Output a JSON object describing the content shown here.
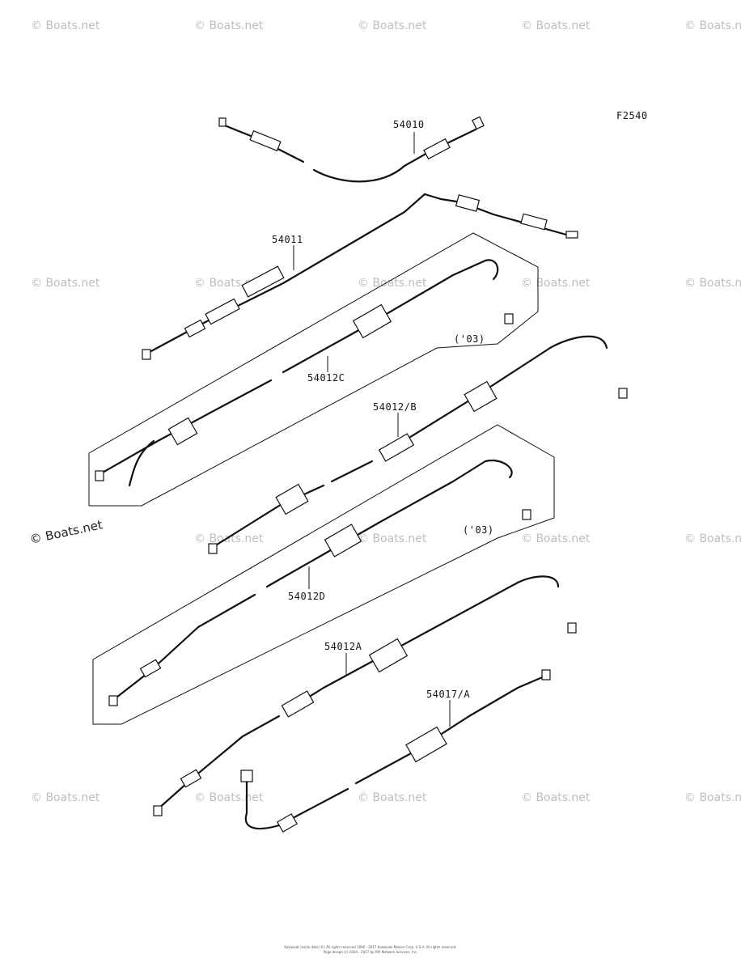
{
  "diagram_code": "F2540",
  "parts": [
    {
      "id": "54010",
      "label": "54010"
    },
    {
      "id": "54011",
      "label": "54011"
    },
    {
      "id": "54012C",
      "label": "54012C"
    },
    {
      "id": "54012B",
      "label": "54012/B"
    },
    {
      "id": "54012D",
      "label": "54012D"
    },
    {
      "id": "54012A",
      "label": "54012A"
    },
    {
      "id": "54017A",
      "label": "54017/A"
    }
  ],
  "year_notes": [
    "('03)",
    "('03)"
  ],
  "watermark": {
    "text": "© Boats.net",
    "prominent_text": "© Boats.net"
  },
  "footer": {
    "line1": "Kawasaki Inside data (©) All rights reserved 1990 - 2017 Kawasaki Motors Corp. U.S.A. All rights reserved.",
    "line2": "Page design (c) 2004 - 2017 by ARI Network Services, Inc."
  }
}
